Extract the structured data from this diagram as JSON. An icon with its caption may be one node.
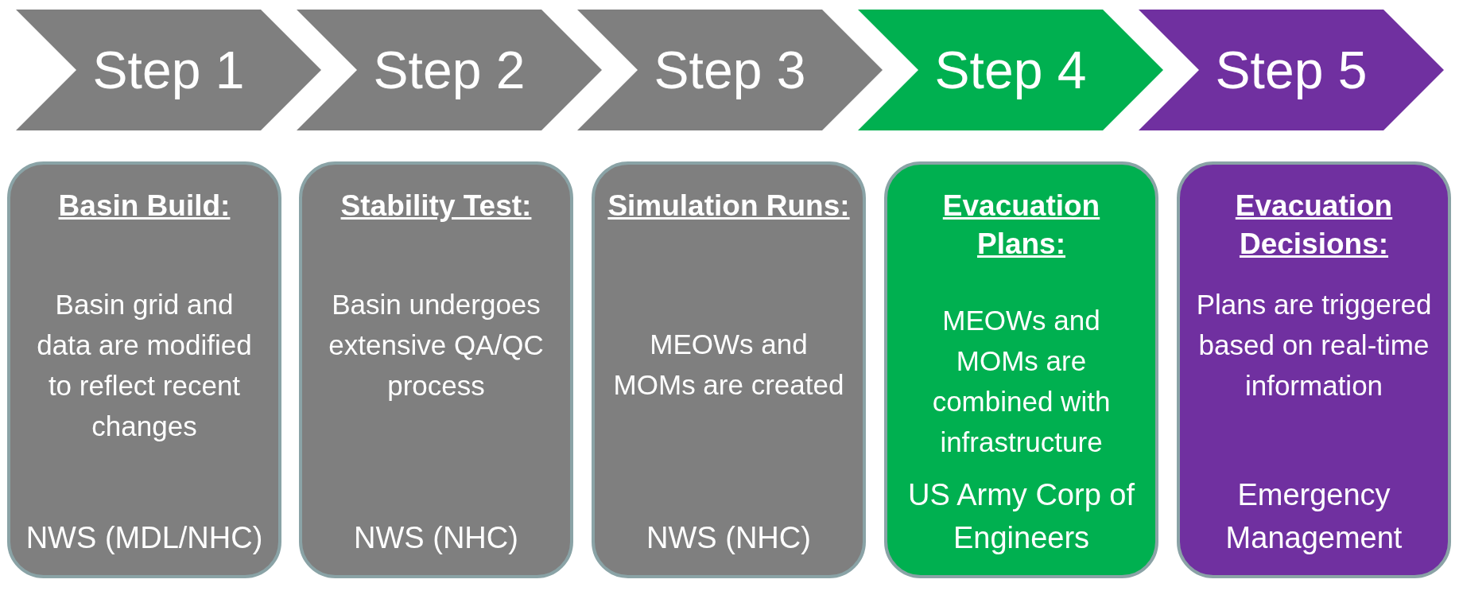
{
  "diagram": {
    "nodes": [
      {
        "text": [
          "Step 1"
        ]
      },
      {
        "text": [
          "Step 2"
        ]
      },
      {
        "text": [
          "Step 3"
        ]
      },
      {
        "text": [
          "Step 4"
        ]
      },
      {
        "text": [
          "Step 5"
        ]
      },
      {
        "text": [
          "Basin Build:",
          "Basin grid and data are modified to reflect recent changes",
          "NWS (MDL/NHC)"
        ]
      },
      {
        "text": [
          "Stability Test:",
          "Basin undergoes extensive QA/QC process",
          "NWS (NHC)"
        ]
      },
      {
        "text": [
          "Simulation Runs:",
          "MEOWs and MOMs are created",
          "NWS (NHC)"
        ]
      },
      {
        "text": [
          "Evacuation Plans:",
          "MEOWs and MOMs are combined with infrastructure",
          "US Army Corp of Engineers"
        ]
      },
      {
        "text": [
          "Evacuation Decisions:",
          "Plans are triggered based on real-time information",
          "Emergency Management"
        ]
      }
    ]
  }
}
